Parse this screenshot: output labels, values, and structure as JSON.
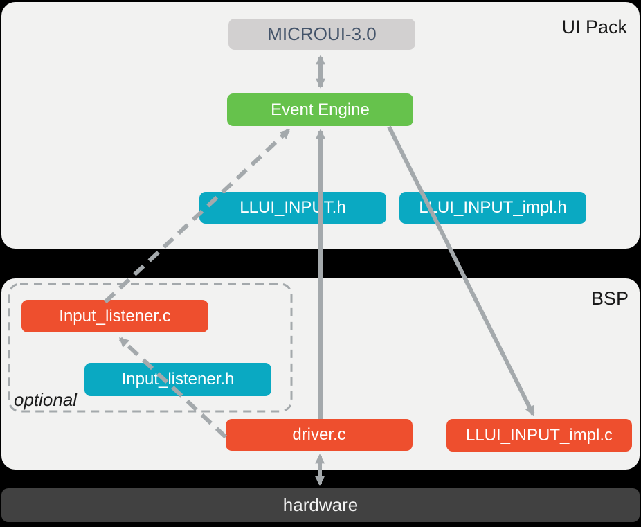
{
  "panels": {
    "ui_pack": {
      "label": "UI Pack"
    },
    "bsp": {
      "label": "BSP"
    },
    "optional_group": {
      "label": "optional"
    },
    "hardware": {
      "label": "hardware"
    }
  },
  "nodes": {
    "microui": {
      "label": "MICROUI-3.0"
    },
    "event_engine": {
      "label": "Event Engine"
    },
    "llui_input_h": {
      "label": "LLUI_INPUT.h"
    },
    "llui_input_impl_h": {
      "label": "LLUI_INPUT_impl.h"
    },
    "input_listener_c": {
      "label": "Input_listener.c"
    },
    "input_listener_h": {
      "label": "Input_listener.h"
    },
    "driver_c": {
      "label": "driver.c"
    },
    "llui_input_impl_c": {
      "label": "LLUI_INPUT_impl.c"
    }
  },
  "colors": {
    "background": "#000000",
    "panel": "#f2f2f1",
    "node_gray": "#d2d0d0",
    "node_gray_text": "#44546a",
    "node_green": "#66c24c",
    "node_cyan": "#0aa9c2",
    "node_orange": "#ee4f2e",
    "arrow_gray": "#a4a9ac",
    "hardware_bar": "#414141"
  }
}
